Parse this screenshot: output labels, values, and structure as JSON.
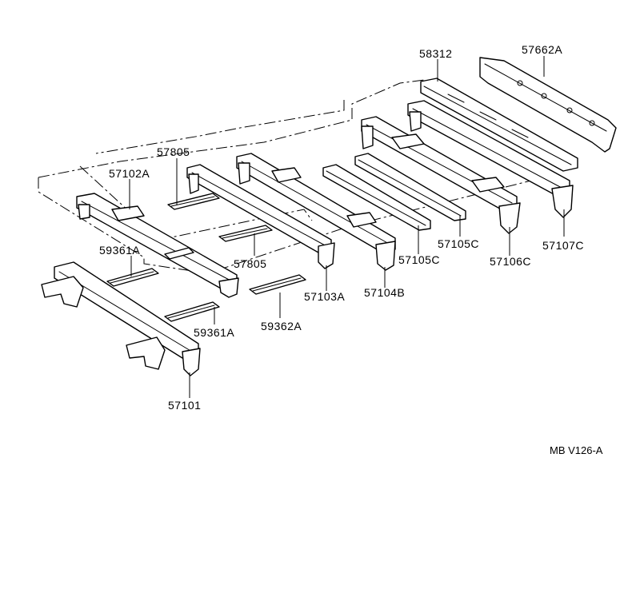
{
  "diagram": {
    "code": "MB V126-A",
    "labels": {
      "p58312": "58312",
      "p57662A": "57662A",
      "p57805_top": "57805",
      "p57102A": "57102A",
      "p59361A_left": "59361A",
      "p57805_mid": "57805",
      "p57105C_right": "57105C",
      "p57107C": "57107C",
      "p57105C_left": "57105C",
      "p57106C": "57106C",
      "p57103A": "57103A",
      "p57104B": "57104B",
      "p59361A_bottom": "59361A",
      "p59362A": "59362A",
      "p57101": "57101"
    }
  }
}
